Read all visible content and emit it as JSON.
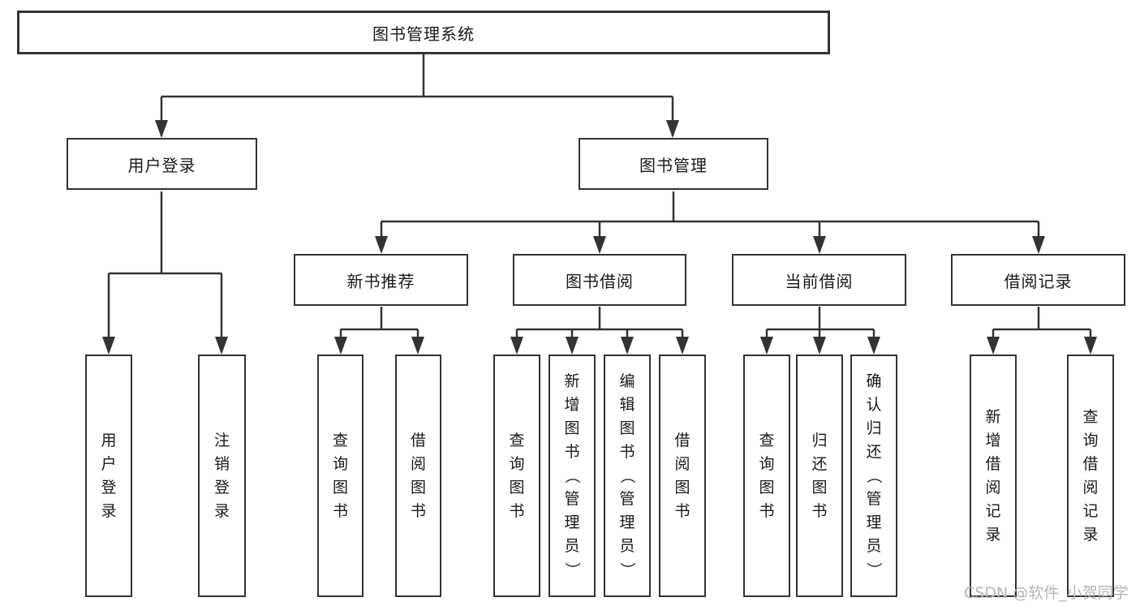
{
  "colors": {
    "line": "#333333",
    "text": "#1a1a1a",
    "watermark": "#b5b5b5",
    "background": "#ffffff"
  },
  "tree": {
    "label": "图书管理系统",
    "children": [
      {
        "label": "用户登录",
        "children": [
          {
            "label": "用户登录"
          },
          {
            "label": "注销登录"
          }
        ]
      },
      {
        "label": "图书管理",
        "children": [
          {
            "label": "新书推荐",
            "children": [
              {
                "label": "查询图书"
              },
              {
                "label": "借阅图书"
              }
            ]
          },
          {
            "label": "图书借阅",
            "children": [
              {
                "label": "查询图书"
              },
              {
                "label": "新增图书（管理员）"
              },
              {
                "label": "编辑图书（管理员）"
              },
              {
                "label": "借阅图书"
              }
            ]
          },
          {
            "label": "当前借阅",
            "children": [
              {
                "label": "查询图书"
              },
              {
                "label": "归还图书"
              },
              {
                "label": "确认归还（管理员）"
              }
            ]
          },
          {
            "label": "借阅记录",
            "children": [
              {
                "label": "新增借阅记录"
              },
              {
                "label": "查询借阅记录"
              }
            ]
          }
        ]
      }
    ]
  },
  "watermark": {
    "text": "CSDN @软件_小贺同学"
  }
}
